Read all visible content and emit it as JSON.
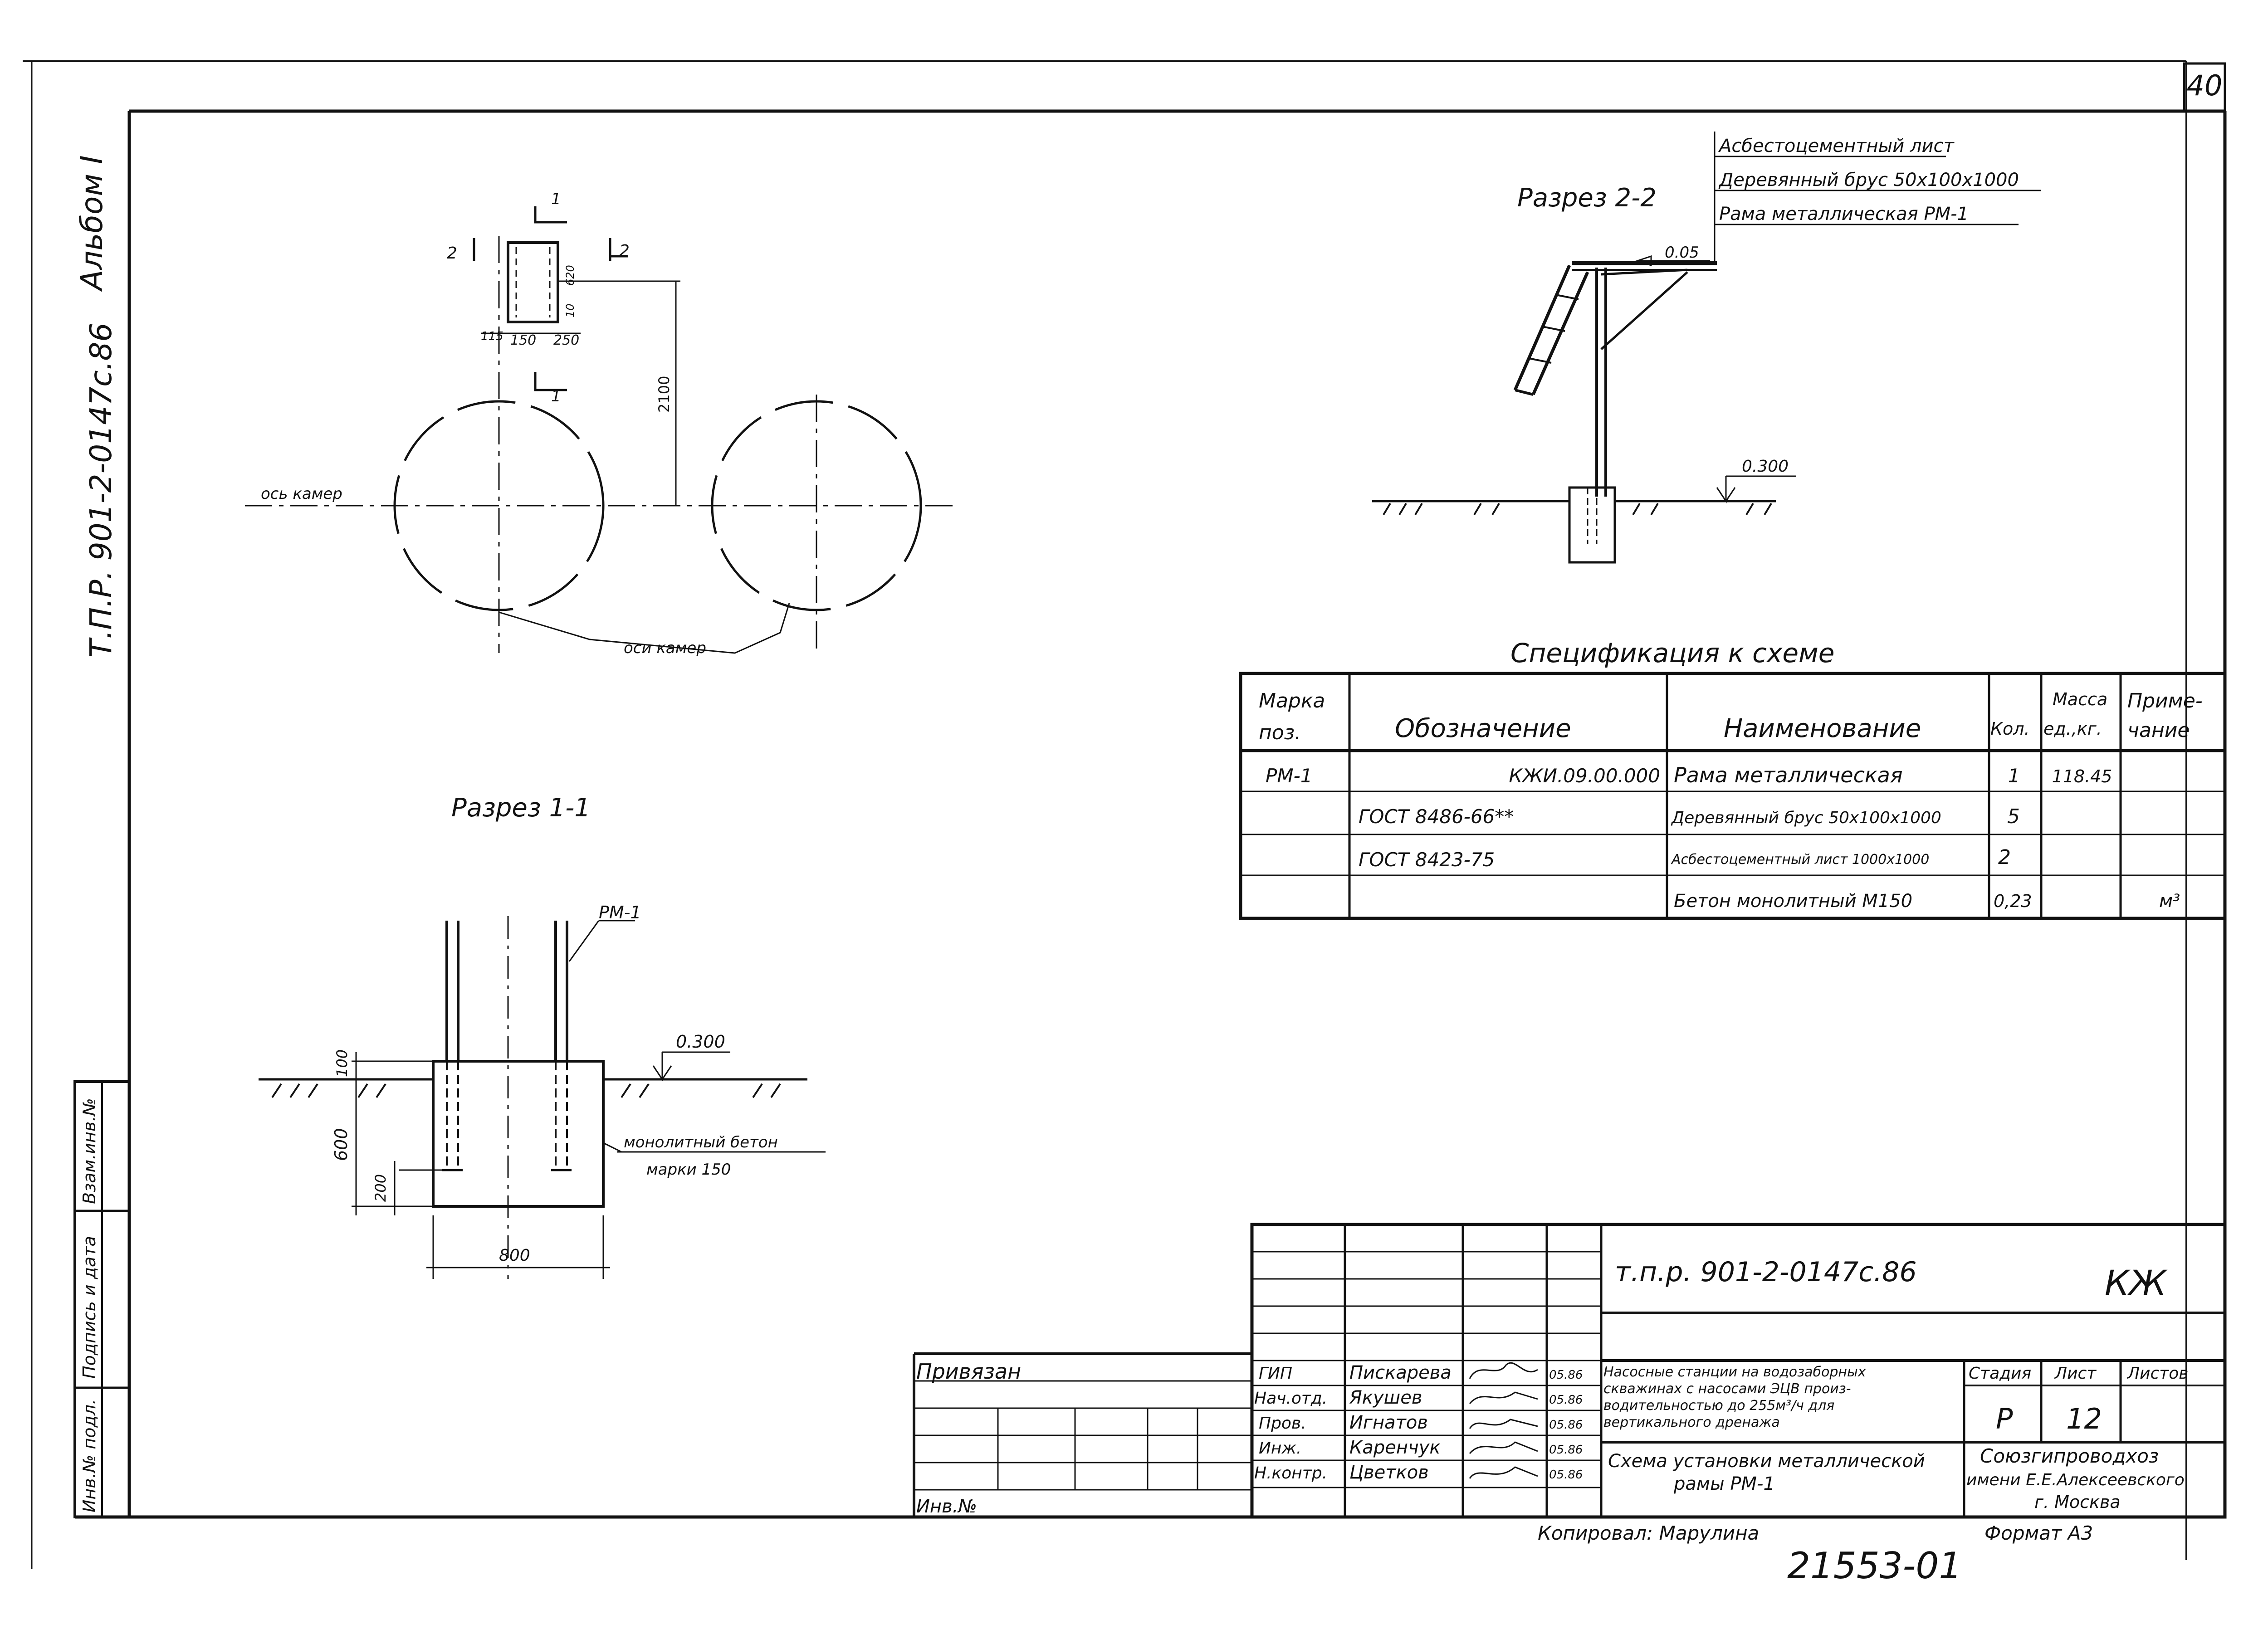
{
  "sheet_corner_number": "40",
  "side_stamp": {
    "album": "Альбом I",
    "project_code": "Т.П.Р. 901-2-0147с.86",
    "cells": [
      "Взам.инв.№",
      "Подпись и дата",
      "Инв.№ подл."
    ]
  },
  "plan": {
    "axis_label": "ось камер",
    "axes_label": "оси камер",
    "dim_2100": "2100",
    "dims_top": [
      "115",
      "150",
      "250"
    ],
    "dims_side": [
      "620",
      "10"
    ],
    "cut_marks": [
      "1",
      "2",
      "2",
      "1"
    ]
  },
  "section_1_1": {
    "title": "Разрез 1-1",
    "frame_label": "РМ-1",
    "level": "0.300",
    "dim_100": "100",
    "dim_600": "600",
    "dim_200": "200",
    "dim_800": "800",
    "concrete_note_1": "монолитный бетон",
    "concrete_note_2": "марки 150"
  },
  "section_2_2": {
    "title": "Разрез 2-2",
    "callouts": [
      "Асбестоцементный лист",
      "Деревянный брус 50х100х1000",
      "Рама металлическая РМ-1"
    ],
    "slope": "0.05",
    "level": "0.300"
  },
  "spec": {
    "title": "Спецификация к схеме",
    "headers": {
      "mark": [
        "Марка",
        "поз."
      ],
      "designation": "Обозначение",
      "name": "Наименование",
      "qty": "Кол.",
      "mass": [
        "Масса",
        "ед.,кг."
      ],
      "note": [
        "Приме-",
        "чание"
      ]
    },
    "rows": [
      {
        "mark": "РМ-1",
        "designation": "КЖИ.09.00.000",
        "name": "Рама металлическая",
        "qty": "1",
        "mass": "118.45",
        "note": ""
      },
      {
        "mark": "",
        "designation": "ГОСТ 8486-66**",
        "name": "Деревянный брус 50х100х1000",
        "qty": "5",
        "mass": "",
        "note": ""
      },
      {
        "mark": "",
        "designation": "ГОСТ 8423-75",
        "name": "Асбестоцементный лист 1000х1000",
        "qty": "2",
        "mass": "",
        "note": ""
      },
      {
        "mark": "",
        "designation": "",
        "name": "Бетон монолитный М150",
        "qty": "0,23",
        "mass": "",
        "note": "м³"
      }
    ]
  },
  "title_block": {
    "doc_code": "т.п.р. 901-2-0147с.86",
    "mark": "КЖ",
    "bound_label": "Привязан",
    "inv_label": "Инв.№",
    "roles": [
      "ГИП",
      "Нач.отд.",
      "Пров.",
      "Инж.",
      "Н.контр."
    ],
    "names": [
      "Пискарева",
      "Якушев",
      "Игнатов",
      "Каренчук",
      "Цветков"
    ],
    "dates": [
      "05.86",
      "05.86",
      "05.86",
      "05.86",
      "05.86"
    ],
    "project_desc": [
      "Насосные станции на водозаборных",
      "скважинах с насосами ЭЦВ произ-",
      "водительностью до 255м³/ч для",
      "вертикального дренажа"
    ],
    "stage_label": "Стадия",
    "sheet_label": "Лист",
    "sheets_label": "Листов",
    "stage": "Р",
    "sheet": "12",
    "drawing_title": [
      "Схема установки металлической",
      "рамы РМ-1"
    ],
    "org": [
      "Союзгипроводхоз",
      "имени Е.Е.Алексеевского",
      "г. Москва"
    ],
    "copied_by": "Копировал: Марулина",
    "format": "Формат А3",
    "bottom_number": "21553-01"
  }
}
